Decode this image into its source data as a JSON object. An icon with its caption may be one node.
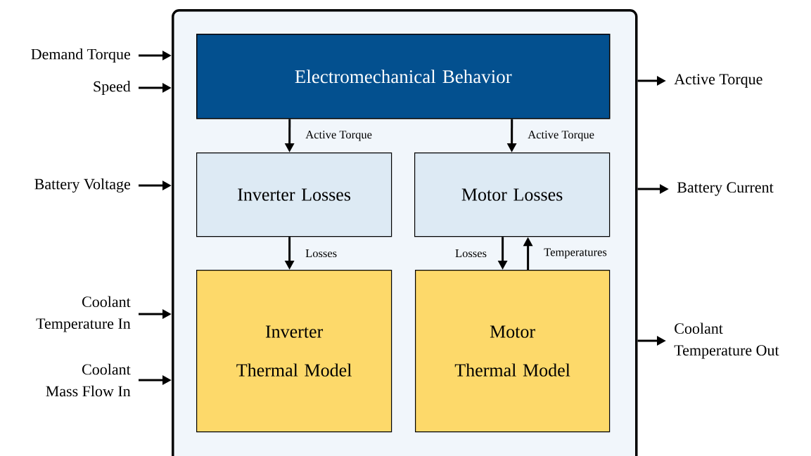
{
  "diagram": {
    "nodes": [
      {
        "text": [],
        "shape": "box"
      },
      {
        "text": [
          "Electromechanical Behavior"
        ],
        "in": 0
      },
      {
        "text": [
          "Inverter Losses"
        ],
        "in": 0
      },
      {
        "text": [
          "Motor Losses"
        ],
        "in": 0
      },
      {
        "text": [
          "Inverter Thermal Model"
        ],
        "in": 0
      },
      {
        "text": [
          "Motor Thermal Model"
        ],
        "in": 0
      },
      {
        "text": [
          "Demand Torque"
        ]
      },
      {
        "text": [
          "Speed"
        ]
      },
      {
        "text": [
          "Battery Voltage"
        ]
      },
      {
        "text": [
          "Coolant Temperature In"
        ]
      },
      {
        "text": [
          "Coolant Mass Flow In"
        ]
      },
      {
        "text": [
          "Active Torque"
        ]
      },
      {
        "text": [
          "Battery Current"
        ]
      },
      {
        "text": [
          "Coolant Temperature Out"
        ]
      }
    ],
    "edges": [
      {
        "from": 6,
        "to": 0,
        "arrow": "to"
      },
      {
        "from": 7,
        "to": 0,
        "arrow": "to"
      },
      {
        "from": 8,
        "to": 0,
        "arrow": "to"
      },
      {
        "from": 9,
        "to": 0,
        "arrow": "to"
      },
      {
        "from": 10,
        "to": 0,
        "arrow": "to"
      },
      {
        "from": 0,
        "to": 11,
        "arrow": "to"
      },
      {
        "from": 0,
        "to": 12,
        "arrow": "to"
      },
      {
        "from": 0,
        "to": 13,
        "arrow": "to"
      },
      {
        "from": 1,
        "to": 2,
        "arrow": "to",
        "label": "Active Torque"
      },
      {
        "from": 1,
        "to": 3,
        "arrow": "to",
        "label": "Active Torque"
      },
      {
        "from": 2,
        "to": 4,
        "arrow": "to",
        "label": "Losses"
      },
      {
        "from": 3,
        "to": 5,
        "arrow": "to",
        "label": "Losses"
      },
      {
        "from": 5,
        "to": 3,
        "arrow": "to",
        "label": "Temperatures"
      }
    ]
  }
}
